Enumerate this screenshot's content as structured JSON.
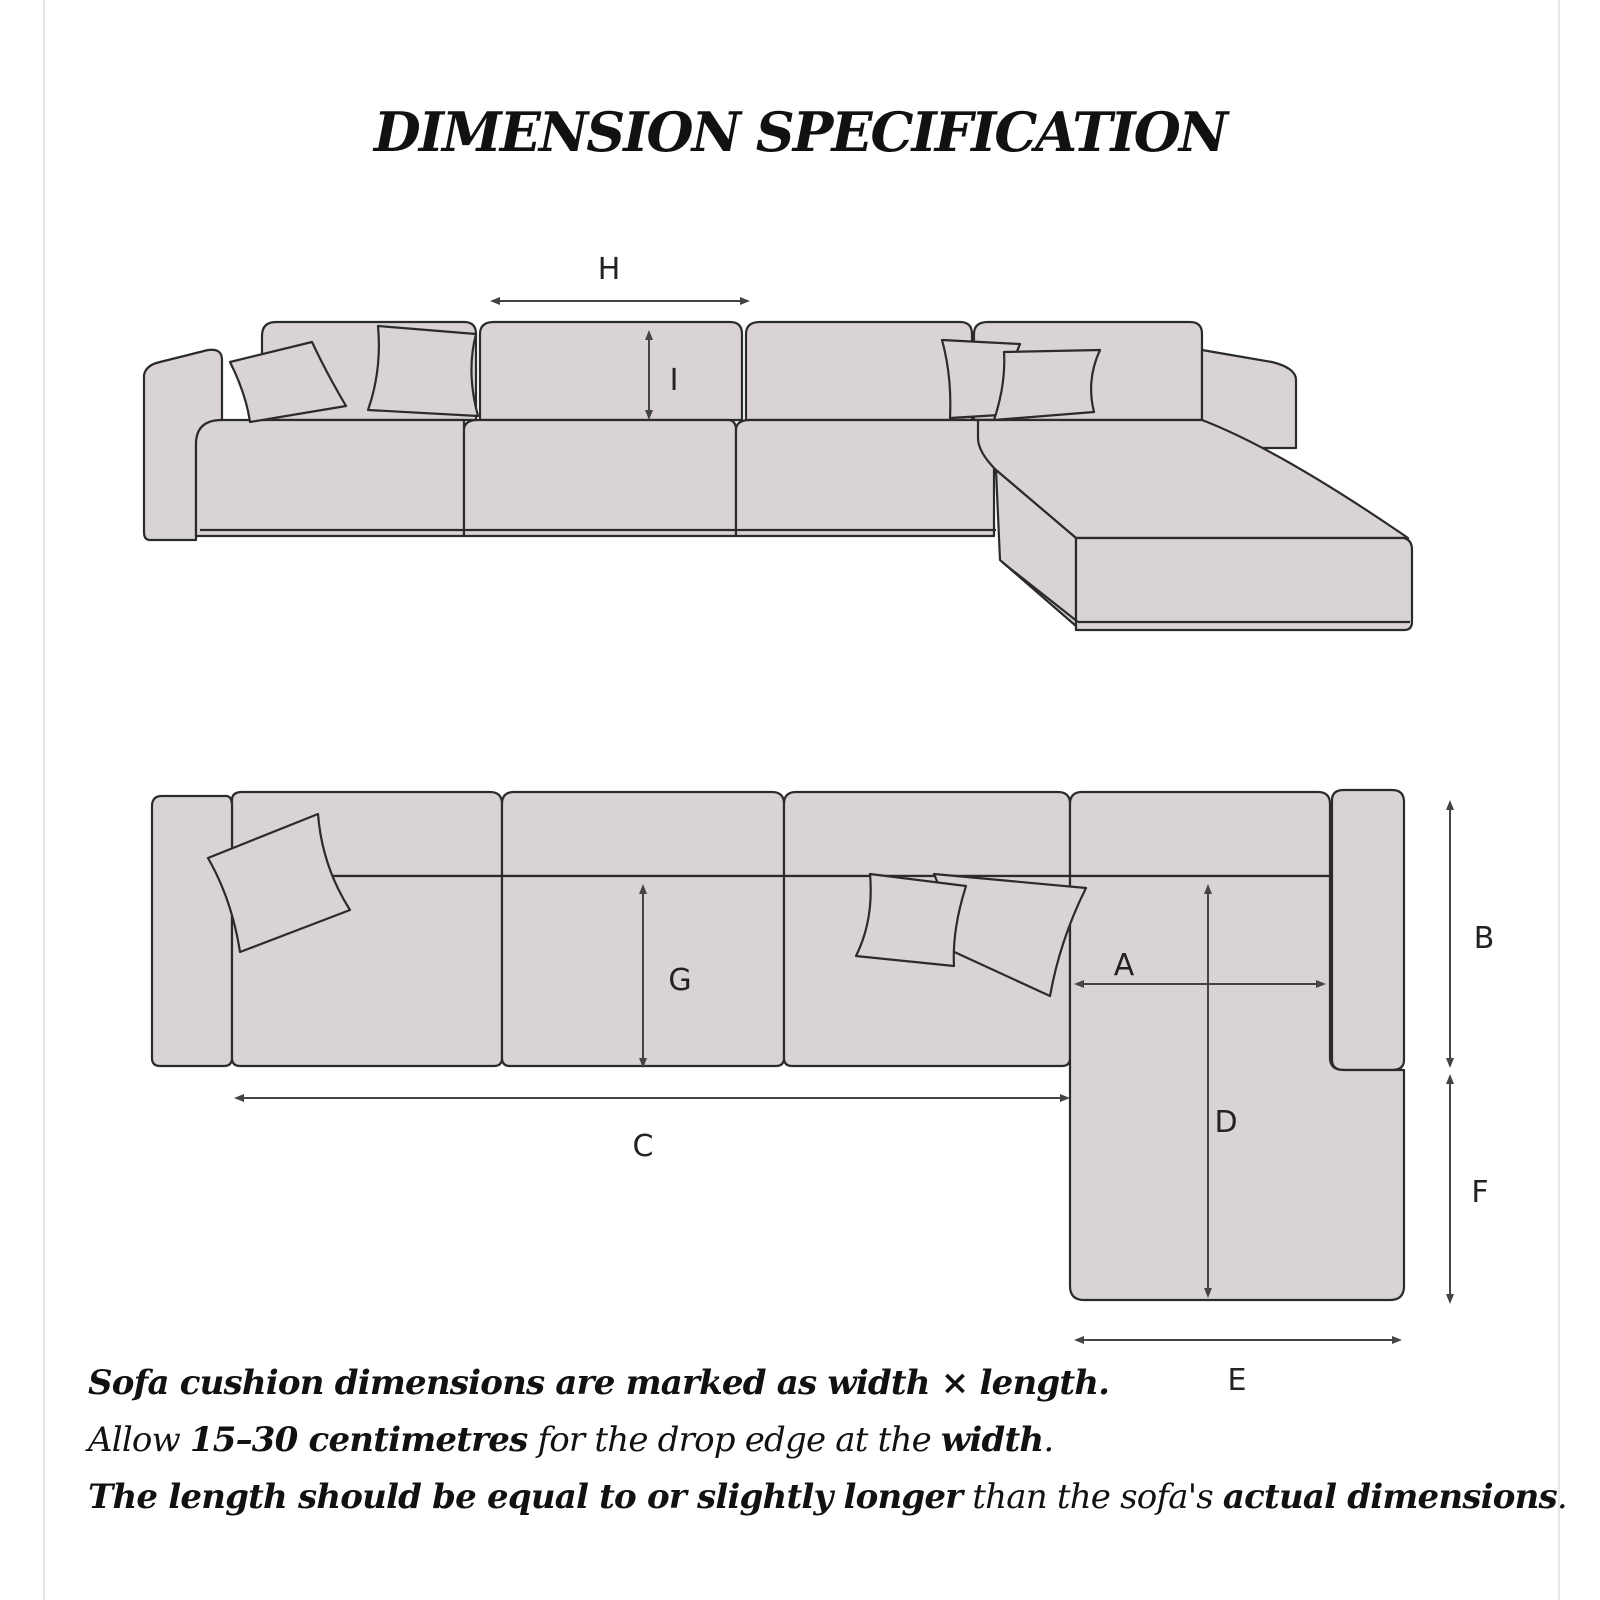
{
  "title": "DIMENSION SPECIFICATION",
  "labels": {
    "a": "A",
    "b": "B",
    "c": "C",
    "d": "D",
    "e": "E",
    "f": "F",
    "g": "G",
    "h": "H",
    "i": "I"
  },
  "notes": {
    "line1": "Sofa cushion dimensions are marked as width × length.",
    "line2_a": "Allow ",
    "line2_b": "15–30 centimetres",
    "line2_c": " for the drop edge at the ",
    "line2_d": "width",
    "line2_e": ".",
    "line3_a": "The length should be equal to or slightly longer",
    "line3_b": " than the sofa's ",
    "line3_c": "actual dimensions",
    "line3_d": "."
  },
  "colors": {
    "sofa_fill": "#d9d3d6",
    "outline": "#2b2b2b",
    "background": "#ffffff"
  }
}
